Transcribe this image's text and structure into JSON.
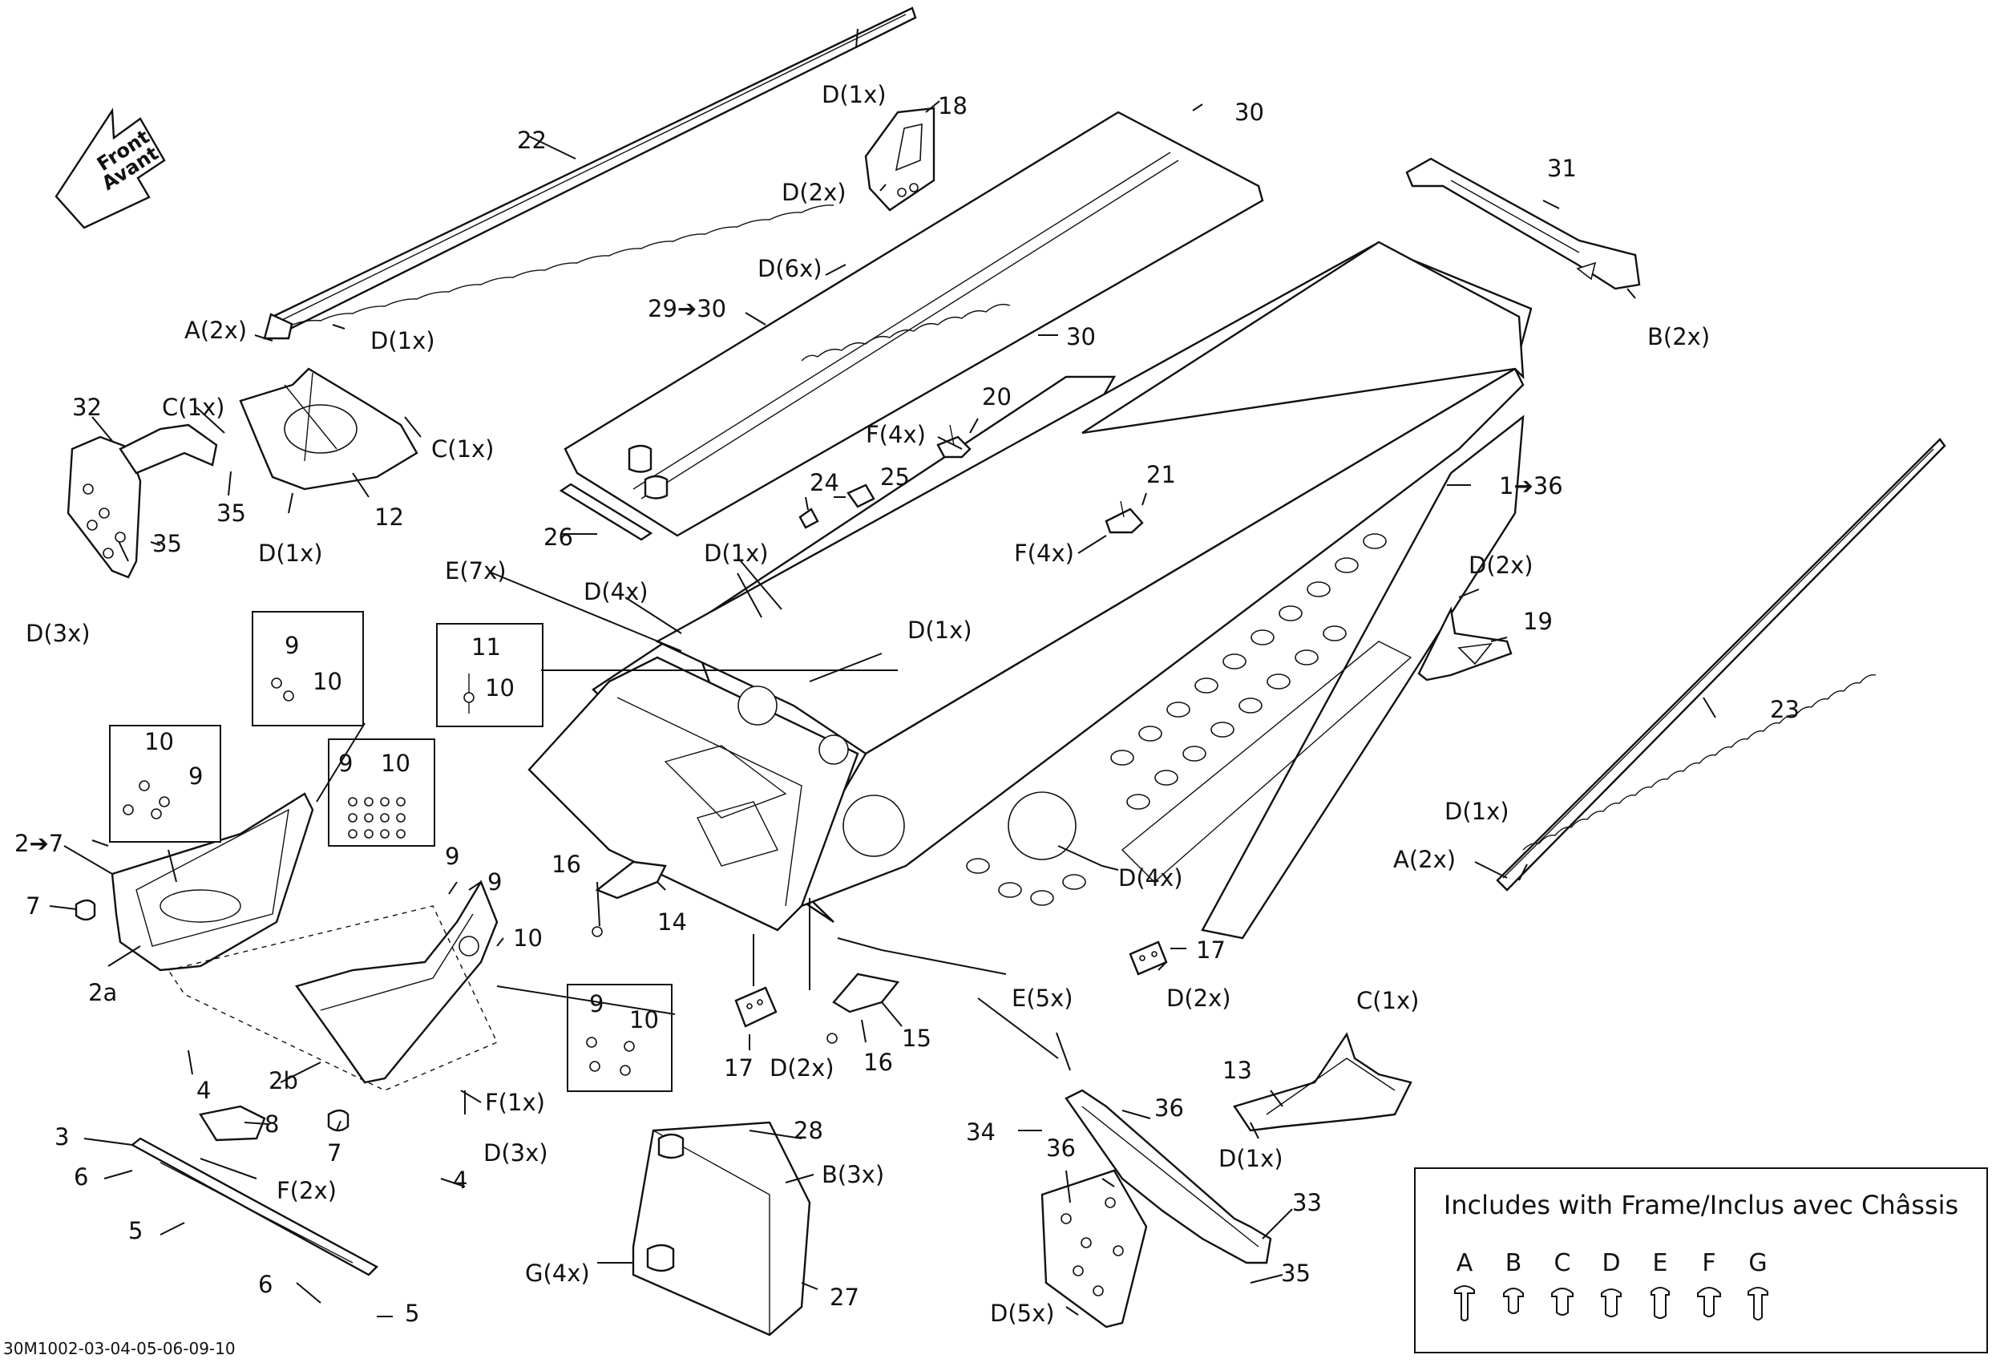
{
  "front_arrow": {
    "line1": "Front",
    "line2": "Avant"
  },
  "drawing_number": "30M1002-03-04-05-06-09-10",
  "callouts": [
    "22",
    "D(1x)",
    "18",
    "D(2x)",
    "30",
    "31",
    "D(6x)",
    "29➔30",
    "30",
    "B(2x)",
    "A(2x)",
    "D(1x)",
    "32",
    "C(1x)",
    "C(1x)",
    "35",
    "12",
    "D(1x)",
    "35",
    "D(3x)",
    "20",
    "F(4x)",
    "24",
    "25",
    "1➔36",
    "D(1x)",
    "21",
    "F(4x)",
    "26",
    "E(7x)",
    "D(4x)",
    "D(1x)",
    "D(2x)",
    "19",
    "9",
    "10",
    "11",
    "10",
    "23",
    "10",
    "9",
    "9",
    "10",
    "2➔7",
    "7",
    "9",
    "9",
    "10",
    "16",
    "14",
    "D(4x)",
    "D(1x)",
    "A(2x)",
    "2a",
    "17",
    "D(2x)",
    "E(5x)",
    "9",
    "10",
    "4",
    "17",
    "D(2x)",
    "16",
    "15",
    "C(1x)",
    "2b",
    "F(1x)",
    "13",
    "7",
    "D(3x)",
    "8",
    "3",
    "28",
    "36",
    "34",
    "36",
    "B(3x)",
    "D(1x)",
    "6",
    "F(2x)",
    "4",
    "33",
    "5",
    "G(4x)",
    "35",
    "6",
    "5",
    "27",
    "D(5x)"
  ],
  "legend": {
    "title": "Includes with Frame/Inclus avec Châssis",
    "items": [
      "A",
      "B",
      "C",
      "D",
      "E",
      "F",
      "G"
    ]
  }
}
